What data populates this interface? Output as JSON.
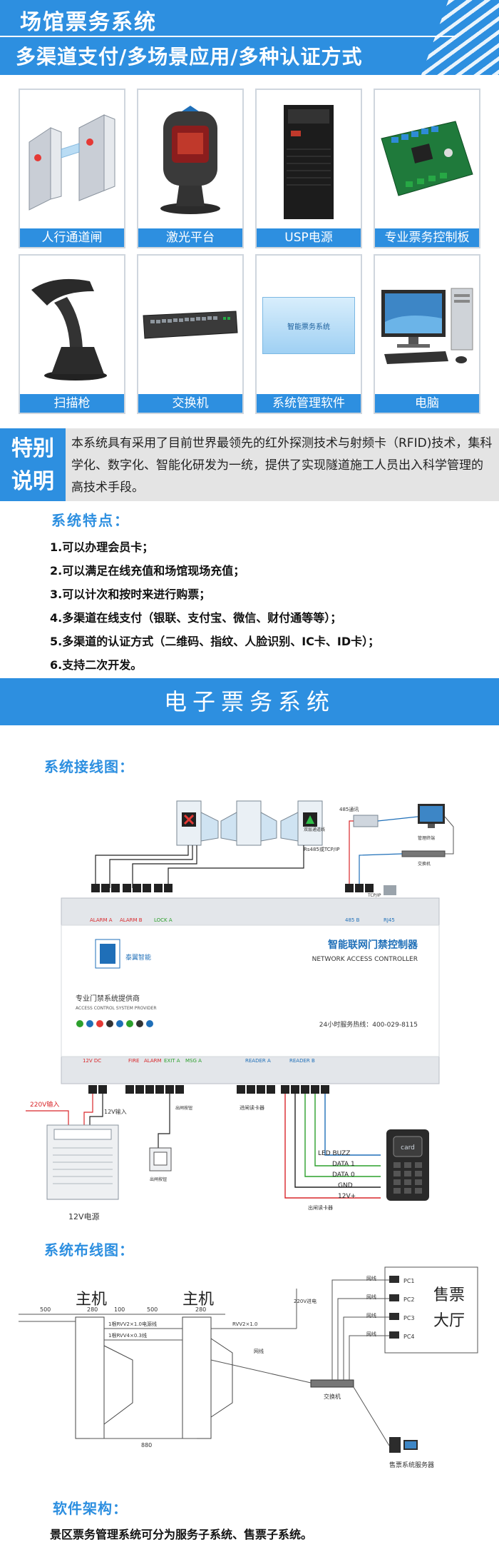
{
  "header": {
    "title": "场馆票务系统",
    "subtitle": "多渠道支付/多场景应用/多种认证方式"
  },
  "products": [
    {
      "label": "人行通道闸",
      "icon": "turnstile-gate-icon"
    },
    {
      "label": "激光平台",
      "icon": "laser-scanner-platform-icon"
    },
    {
      "label": "USP电源",
      "icon": "ups-power-icon"
    },
    {
      "label": "专业票务控制板",
      "icon": "control-board-icon"
    },
    {
      "label": "扫描枪",
      "icon": "barcode-scanner-icon"
    },
    {
      "label": "交换机",
      "icon": "network-switch-icon"
    },
    {
      "label": "系统管理软件",
      "icon": "management-software-icon",
      "screen_text": "智能票务系统"
    },
    {
      "label": "电脑",
      "icon": "desktop-computer-icon"
    }
  ],
  "special": {
    "tag_line1": "特别",
    "tag_line2": "说明",
    "text": "本系统具有采用了目前世界最领先的红外探测技术与射频卡（RFID)技术，集科学化、数字化、智能化研发为一统，提供了实现隧道施工人员出入科学管理的高技术手段。"
  },
  "features": {
    "title": "系统特点：",
    "items": [
      "1.可以办理会员卡；",
      "2.可以满足在线充值和场馆现场充值；",
      "3.可以计次和按时来进行购票；",
      "4.多渠道在线支付（银联、支付宝、微信、财付通等等）；",
      "5.多渠道的认证方式（二维码、指纹、人脸识别、IC卡、ID卡）；",
      "6.支持二次开发。"
    ]
  },
  "banner": "电子票务系统",
  "wiring": {
    "title": "系统接线图：",
    "controller_title": "智能联网门禁控制器",
    "controller_en": "NETWORK ACCESS CONTROLLER",
    "provider": "专业门禁系统提供商",
    "provider_en": "ACCESS CONTROL SYSTEM PROVIDER",
    "hotline": "24小时服务热线：400-029-8115",
    "brand": "泰翼智能",
    "top_terms": [
      "ALARM A",
      "ALARM B",
      "LOCK A",
      "485 B",
      "RJ45"
    ],
    "bottom_groups": [
      "12V DC",
      "FIRE",
      "ALARM",
      "EXIT A",
      "MSG A",
      "READER A",
      "READER B"
    ],
    "labels": {
      "rs485": "485通讯",
      "rs485_tcp": "Rs485或TCP/IP",
      "tcpip": "TCP/IP",
      "mgmt": "管理终端",
      "switch": "交换机",
      "opening": "双层通道线",
      "input220": "220V输入",
      "input12": "12V输入",
      "exit_btn": "出闸按钮",
      "in_reader": "进闸读卡器",
      "out_reader": "出闸读卡器",
      "power12": "12V电源",
      "card": "card"
    },
    "reader_pins": [
      "LED BUZZ",
      "DATA 1",
      "DATA 0",
      "GND",
      "12V+"
    ]
  },
  "layout": {
    "title": "系统布线图：",
    "host": "主机",
    "dims": [
      "500",
      "280",
      "100",
      "500",
      "280",
      "880"
    ],
    "cable1": "1根RVV2×1.0电源线",
    "cable2": "1根RVV4×0.3线",
    "cable3": "RVV2×1.0",
    "power_in": "220V进电",
    "net": "网线",
    "switch": "交换机",
    "hall_line1": "售票",
    "hall_line2": "大厅",
    "pcs": [
      "PC1",
      "PC2",
      "PC3",
      "PC4"
    ],
    "server": "售票系统服务器"
  },
  "software": {
    "title": "软件架构：",
    "text": "景区票务管理系统可分为服务子系统、售票子系统。"
  },
  "colors": {
    "accent": "#2d8fe0",
    "gray": "#e4e4e4",
    "wire_red": "#d9262a"
  }
}
